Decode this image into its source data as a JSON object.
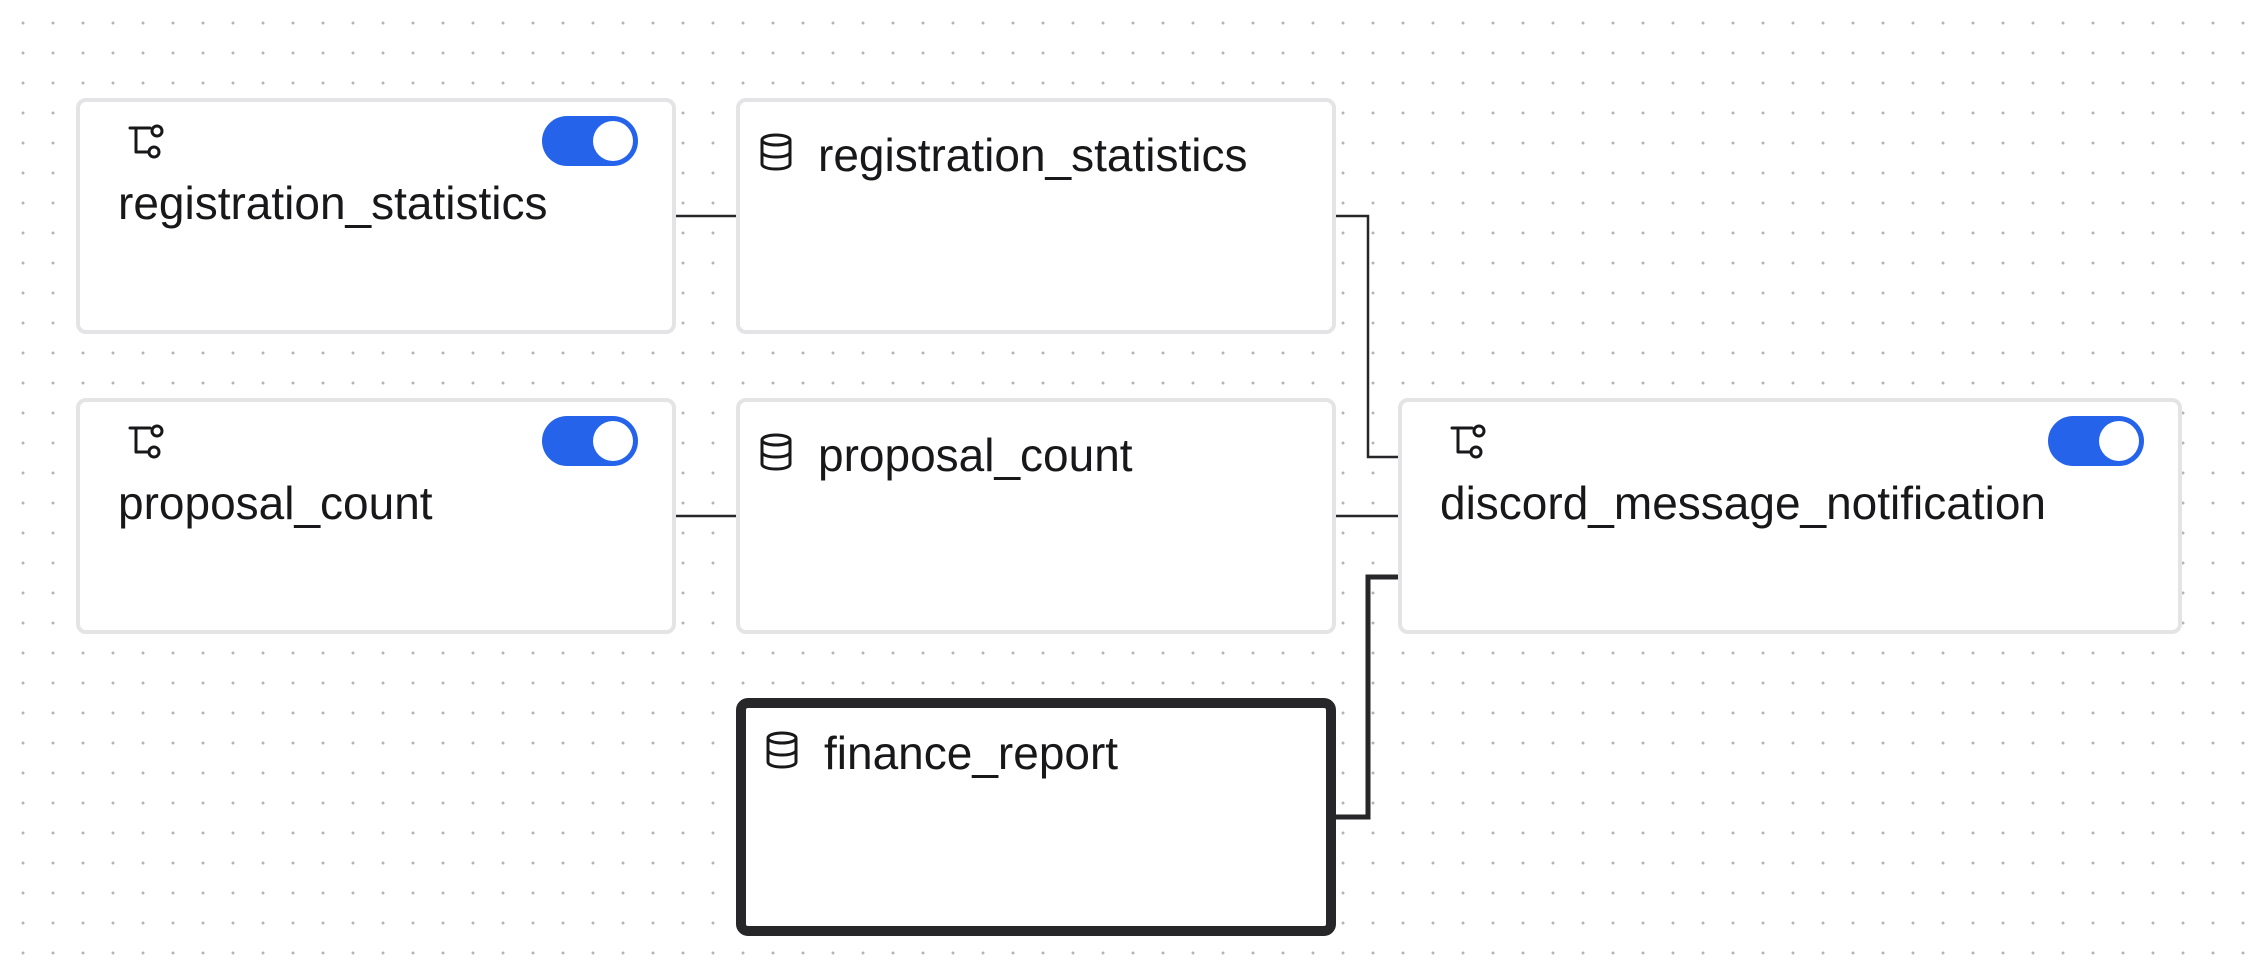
{
  "colors": {
    "toggle_on": "#2563eb",
    "node_border": "#e4e4e7",
    "selected_border": "#27272a",
    "edge": "#27272a"
  },
  "nodes": {
    "op_registration_statistics": {
      "label": "registration_statistics",
      "kind": "op",
      "icon": "workflow-icon",
      "toggle_on": true
    },
    "op_proposal_count": {
      "label": "proposal_count",
      "kind": "op",
      "icon": "workflow-icon",
      "toggle_on": true
    },
    "asset_registration_statistics": {
      "label": "registration_statistics",
      "kind": "asset",
      "icon": "database-icon"
    },
    "asset_proposal_count": {
      "label": "proposal_count",
      "kind": "asset",
      "icon": "database-icon"
    },
    "asset_finance_report": {
      "label": "finance_report",
      "kind": "asset",
      "icon": "database-icon",
      "selected": true
    },
    "op_discord_message_notification": {
      "label": "discord_message_notification",
      "kind": "op",
      "icon": "workflow-icon",
      "toggle_on": true
    }
  },
  "edges": [
    {
      "from": "op_registration_statistics",
      "to": "asset_registration_statistics"
    },
    {
      "from": "op_proposal_count",
      "to": "asset_proposal_count"
    },
    {
      "from": "asset_registration_statistics",
      "to": "op_discord_message_notification"
    },
    {
      "from": "asset_proposal_count",
      "to": "op_discord_message_notification"
    },
    {
      "from": "asset_finance_report",
      "to": "op_discord_message_notification",
      "highlighted": true
    }
  ]
}
